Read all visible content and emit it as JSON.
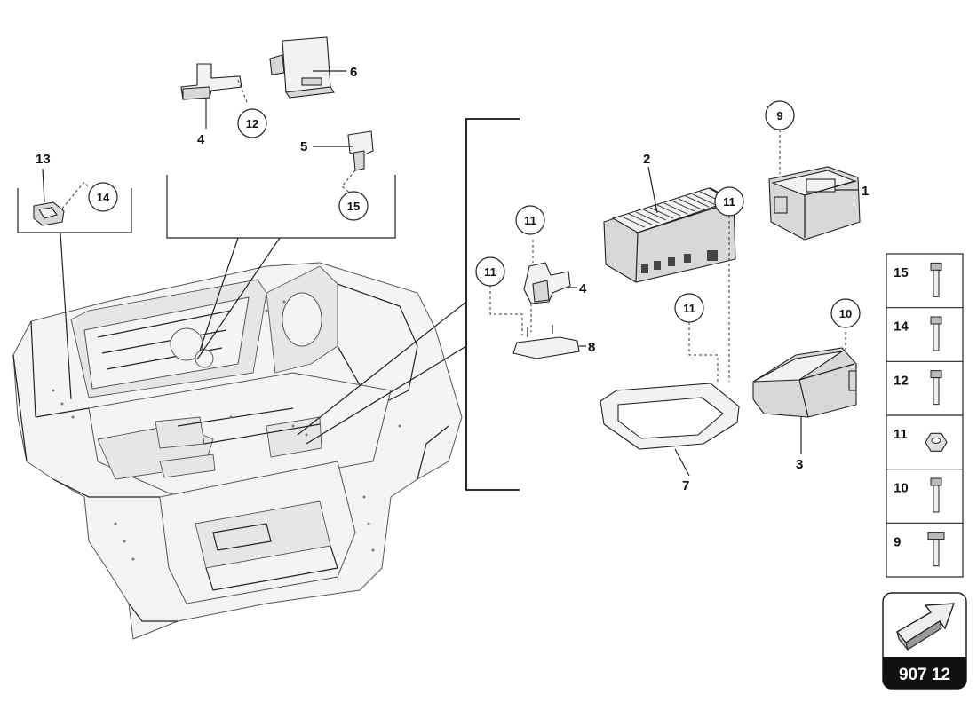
{
  "diagram_number": "907 12",
  "nav_arrow_icon": "arrow-up-right-icon",
  "callouts": {
    "part1": "1",
    "part2": "2",
    "part3": "3",
    "part4_top": "4",
    "part4_mid": "4",
    "part5": "5",
    "part6": "6",
    "part7": "7",
    "part8": "8",
    "part13": "13"
  },
  "circles": {
    "c9": "9",
    "c10": "10",
    "c11a": "11",
    "c11b": "11",
    "c11c": "11",
    "c11d": "11",
    "c12": "12",
    "c14": "14",
    "c15": "15"
  },
  "fastener_table": [
    {
      "label": "15",
      "icon": "bolt-icon"
    },
    {
      "label": "14",
      "icon": "bolt-icon"
    },
    {
      "label": "12",
      "icon": "bolt-icon"
    },
    {
      "label": "11",
      "icon": "hex-nut-icon"
    },
    {
      "label": "10",
      "icon": "bolt-icon"
    },
    {
      "label": "9",
      "icon": "flange-bolt-icon"
    }
  ]
}
